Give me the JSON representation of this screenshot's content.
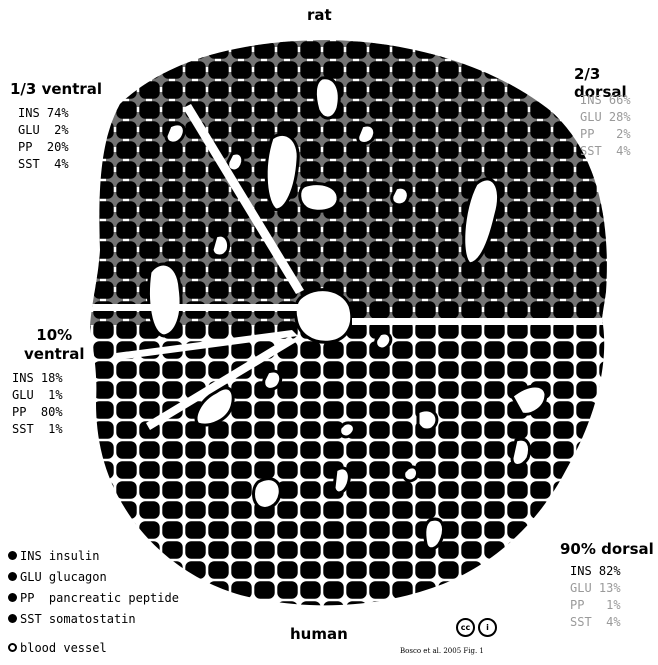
{
  "species": {
    "top": "rat",
    "bottom": "human"
  },
  "regions": [
    {
      "title": "1/3 ventral",
      "rows": [
        "INS 74%",
        "GLU  2%",
        "PP  20%",
        "SST  4%"
      ]
    },
    {
      "title": "2/3 dorsal",
      "rows": [
        "INS 66%",
        "GLU 28%",
        "PP   2%",
        "SST  4%"
      ]
    },
    {
      "title_line1": "10%",
      "title_line2": "ventral",
      "rows": [
        "INS 18%",
        "GLU  1%",
        "PP  80%",
        "SST  1%"
      ]
    },
    {
      "title": "90% dorsal",
      "rows": [
        "INS 82%",
        "GLU 13%",
        "PP   1%",
        "SST  4%"
      ]
    }
  ],
  "legend": [
    {
      "code": "INS",
      "label": "insulin",
      "icon": "filled-dot-icon"
    },
    {
      "code": "GLU",
      "label": "glucagon",
      "icon": "filled-dot-icon"
    },
    {
      "code": "PP",
      "label": "pancreatic peptide",
      "icon": "filled-dot-icon"
    },
    {
      "code": "SST",
      "label": "somatostatin",
      "icon": "filled-dot-icon"
    },
    {
      "code": "",
      "label": "blood vessel",
      "icon": "open-circle-icon"
    }
  ],
  "license": {
    "cc": "cc",
    "by": "i"
  },
  "citation": "Bosco et al. 2005 Fig. 1",
  "colors": {
    "cell": "#000000",
    "background": "#ffffff",
    "faint_text": "#9a9a9a"
  }
}
